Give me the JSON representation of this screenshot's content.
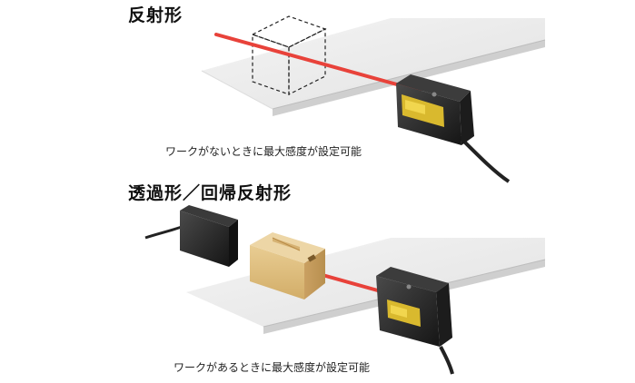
{
  "sections": [
    {
      "heading": "反射形",
      "caption": "ワークがないときに最大感度が設定可能"
    },
    {
      "heading": "透過形／回帰反射形",
      "caption": "ワークがあるときに最大感度が設定可能"
    }
  ],
  "colors": {
    "beam": "#e8423a",
    "conveyor_top": "#eeeeee",
    "conveyor_edge": "#c8c8c8",
    "sensor_body": "#2a2a2a",
    "sensor_display": "#d9b92e",
    "box": "#e3c48a"
  }
}
